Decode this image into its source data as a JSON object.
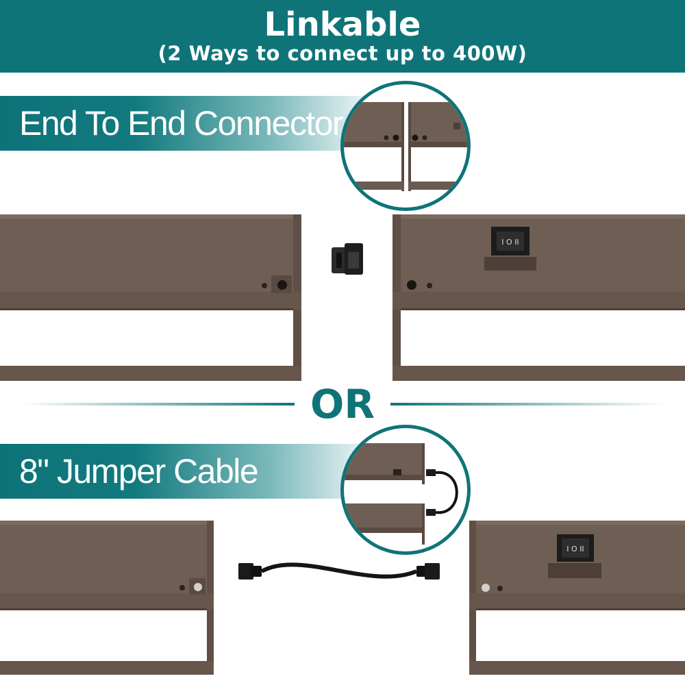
{
  "header": {
    "title": "Linkable",
    "subtitle": "(2 Ways to connect up to 400W)"
  },
  "section1": {
    "label": "End To End Connector"
  },
  "divider": {
    "label": "OR"
  },
  "section2": {
    "label": "8\" Jumper Cable"
  },
  "switch": {
    "label": "I O II"
  },
  "colors": {
    "teal": "#0f7478",
    "bronze": "#6b5a50",
    "bronze_dark": "#4e4038",
    "white": "#ffffff"
  },
  "icons": [
    "rocker-switch-icon",
    "screw-icon",
    "connector-icon",
    "jumper-cable-icon"
  ]
}
